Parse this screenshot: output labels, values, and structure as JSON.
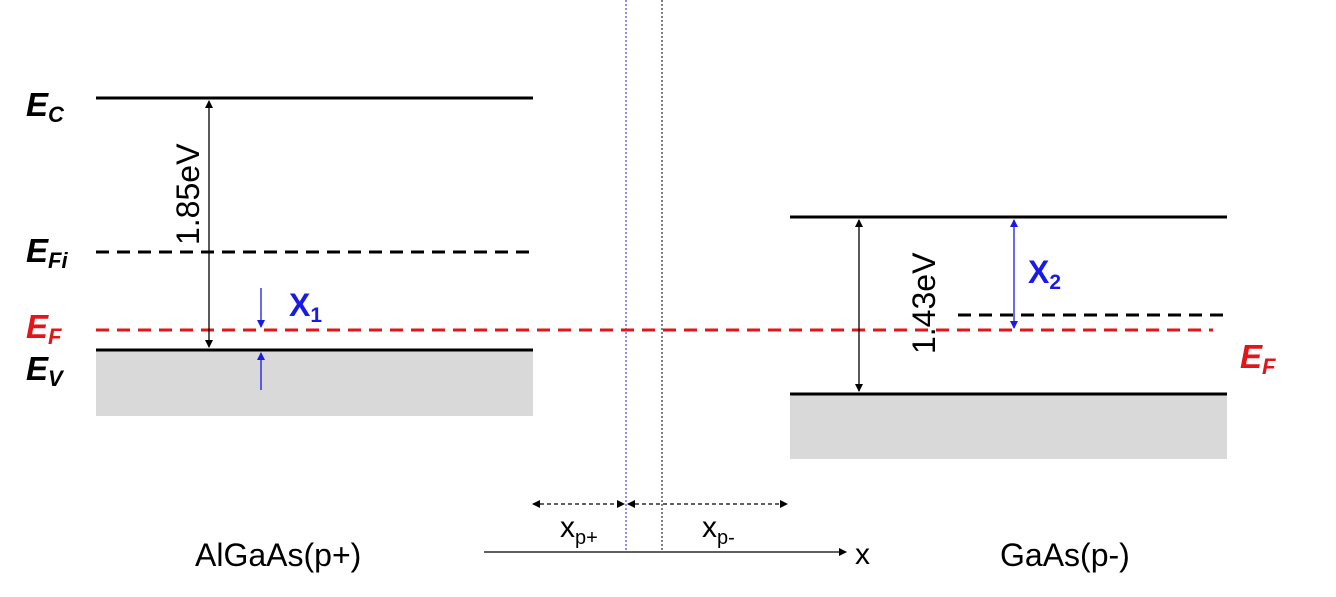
{
  "left": {
    "ec_label": "E",
    "ec_sub": "C",
    "efi_label": "E",
    "efi_sub": "Fi",
    "ef_label": "E",
    "ef_sub": "F",
    "ev_label": "E",
    "ev_sub": "V",
    "gap_label": "1.85eV",
    "x1_label": "X",
    "x1_sub": "1",
    "material": "AlGaAs(p+)"
  },
  "right": {
    "gap_label": "1.43eV",
    "x2_label": "X",
    "x2_sub": "2",
    "ef_label": "E",
    "ef_sub": "F",
    "material": "GaAs(p-)"
  },
  "axis": {
    "x_label": "x",
    "xp_plus_label": "x",
    "xp_plus_sub": "p+",
    "xp_minus_label": "x",
    "xp_minus_sub": "p-"
  },
  "colors": {
    "fermi": "#e0161b",
    "annotation": "#1a1ae6",
    "valence_fill": "#d9d9d9",
    "line": "#000000"
  }
}
